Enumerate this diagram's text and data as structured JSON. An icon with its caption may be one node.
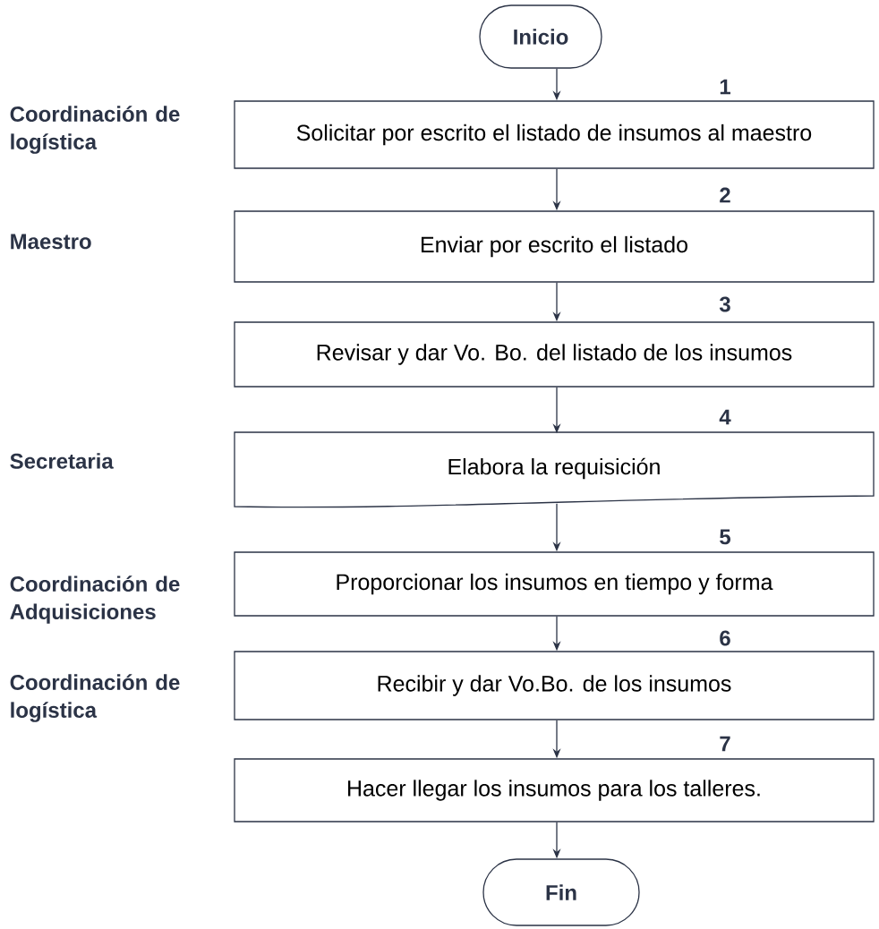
{
  "diagram": {
    "nodes": [
      {
        "text": [
          "Inicio"
        ]
      },
      {
        "text": [
          "Solicitar por escrito el listado de insumos al maestro"
        ],
        "beside": [
          "1"
        ]
      },
      {
        "text": [
          "Enviar por escrito el listado"
        ],
        "beside": [
          "2"
        ]
      },
      {
        "text": [
          "Revisar y dar Vo. Bo. del listado de los insumos"
        ],
        "beside": [
          "3"
        ]
      },
      {
        "text": [
          "Elabora la requisición"
        ],
        "beside": [
          "4"
        ]
      },
      {
        "text": [
          "Proporcionar los insumos en tiempo y forma"
        ],
        "beside": [
          "5"
        ]
      },
      {
        "text": [
          "Recibir y dar Vo.Bo. de los insumos"
        ],
        "beside": [
          "6"
        ]
      },
      {
        "text": [
          "Hacer llegar los insumos para los talleres."
        ],
        "beside": [
          "7"
        ]
      },
      {
        "text": [
          "Fin"
        ]
      }
    ],
    "edges": [
      {
        "from": 0,
        "to": 1,
        "arrow": "to"
      },
      {
        "from": 1,
        "to": 2,
        "arrow": "to"
      },
      {
        "from": 2,
        "to": 3,
        "arrow": "to"
      },
      {
        "from": 3,
        "to": 4,
        "arrow": "to"
      },
      {
        "from": 4,
        "to": 5,
        "arrow": "to"
      },
      {
        "from": 5,
        "to": 6,
        "arrow": "to"
      },
      {
        "from": 6,
        "to": 7,
        "arrow": "to"
      },
      {
        "from": 7,
        "to": 8,
        "arrow": "to"
      }
    ],
    "labels": [
      "Coordinación de logística",
      "Maestro",
      "Secretaria",
      "Coordinación de Adquisiciones",
      "Coordinación de logística"
    ]
  }
}
